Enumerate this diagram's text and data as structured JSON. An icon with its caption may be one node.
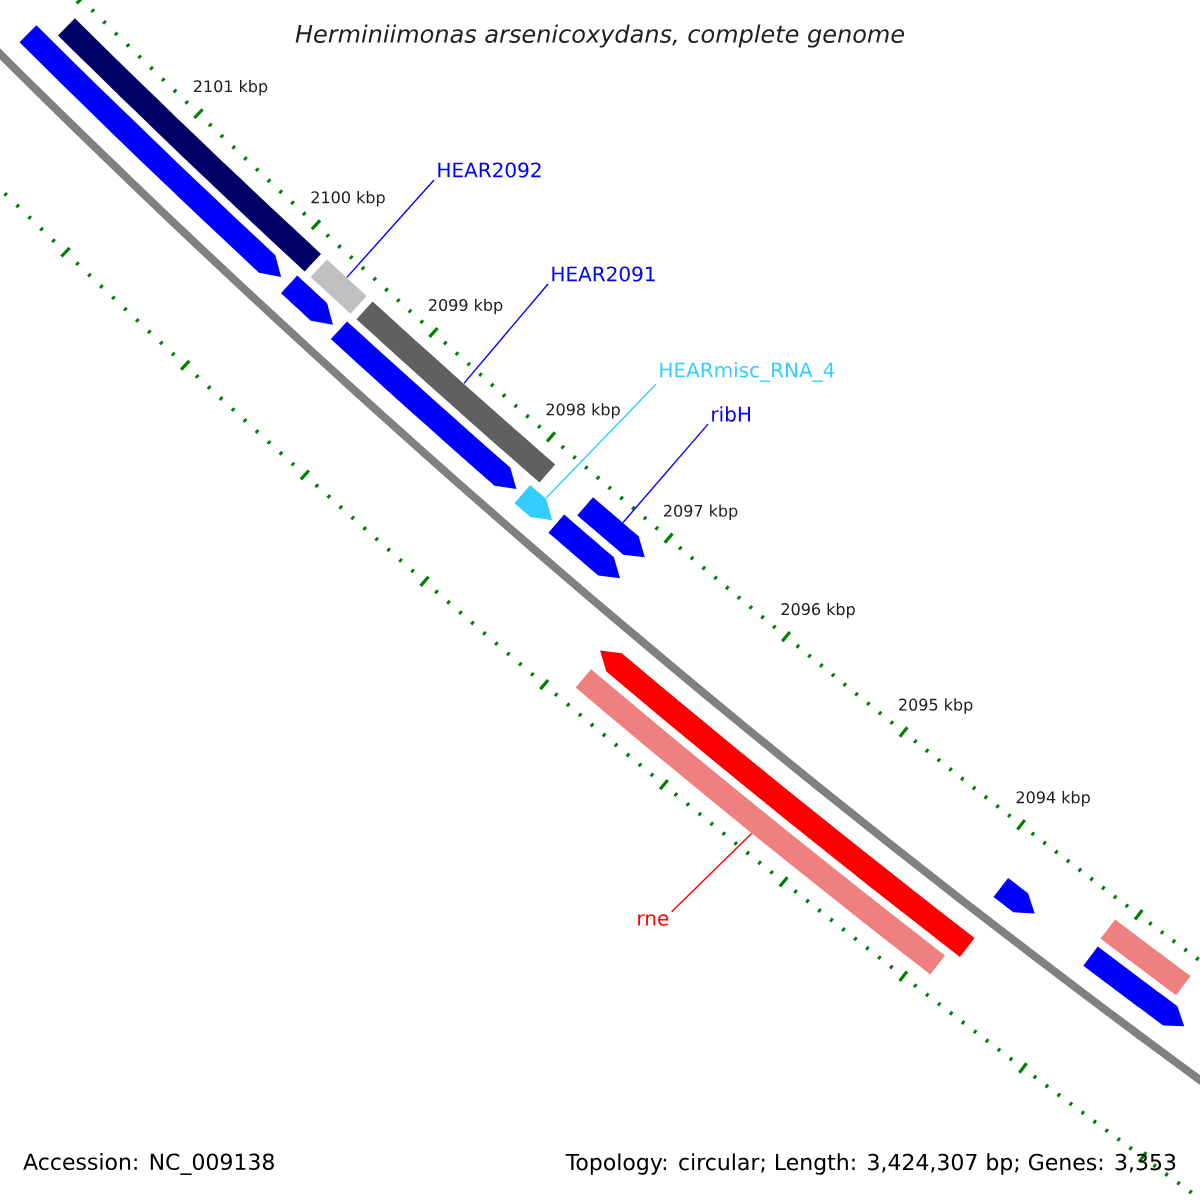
{
  "diagram": {
    "title": "Herminiimonas arsenicoxydans, complete genome",
    "nodes": [
      {
        "text": [
          "HEAR2092"
        ]
      },
      {
        "text": [
          "HEAR2091"
        ]
      },
      {
        "text": [
          "HEARmisc_RNA_4"
        ]
      },
      {
        "text": [
          "ribH"
        ]
      },
      {
        "text": [
          "rne"
        ]
      },
      {
        "text": [],
        "shape": "bar"
      },
      {
        "text": [],
        "shape": "pentagon"
      },
      {
        "text": [],
        "shape": "pentagon"
      },
      {
        "text": [],
        "shape": "bar"
      },
      {
        "text": [],
        "shape": "pentagon"
      },
      {
        "text": [],
        "shape": "bar"
      },
      {
        "text": [],
        "shape": "pentagon"
      },
      {
        "text": [],
        "shape": "pentagon"
      },
      {
        "text": [],
        "shape": "pentagon"
      },
      {
        "text": [],
        "shape": "pentagon"
      },
      {
        "text": [],
        "shape": "bar"
      },
      {
        "text": [],
        "shape": "pentagon"
      },
      {
        "text": [],
        "shape": "bar"
      },
      {
        "text": [],
        "shape": "pentagon"
      }
    ],
    "edges": [
      {
        "from": 0,
        "to": 8,
        "arrow": "none"
      },
      {
        "from": 1,
        "to": 10,
        "arrow": "none"
      },
      {
        "from": 2,
        "to": 11,
        "arrow": "none",
        "color": "#33ccff"
      },
      {
        "from": 3,
        "to": 13,
        "arrow": "none"
      },
      {
        "from": 4,
        "to": 15,
        "arrow": "none",
        "color": "#ff0000"
      }
    ],
    "labels": [
      "2101 kbp",
      "2100 kbp",
      "2099 kbp",
      "2098 kbp",
      "2097 kbp",
      "2096 kbp",
      "2095 kbp",
      "2094 kbp",
      "Accession: NC_009138",
      "Topology: circular; Length: 3,424,307 bp; Genes: 3,353"
    ]
  }
}
